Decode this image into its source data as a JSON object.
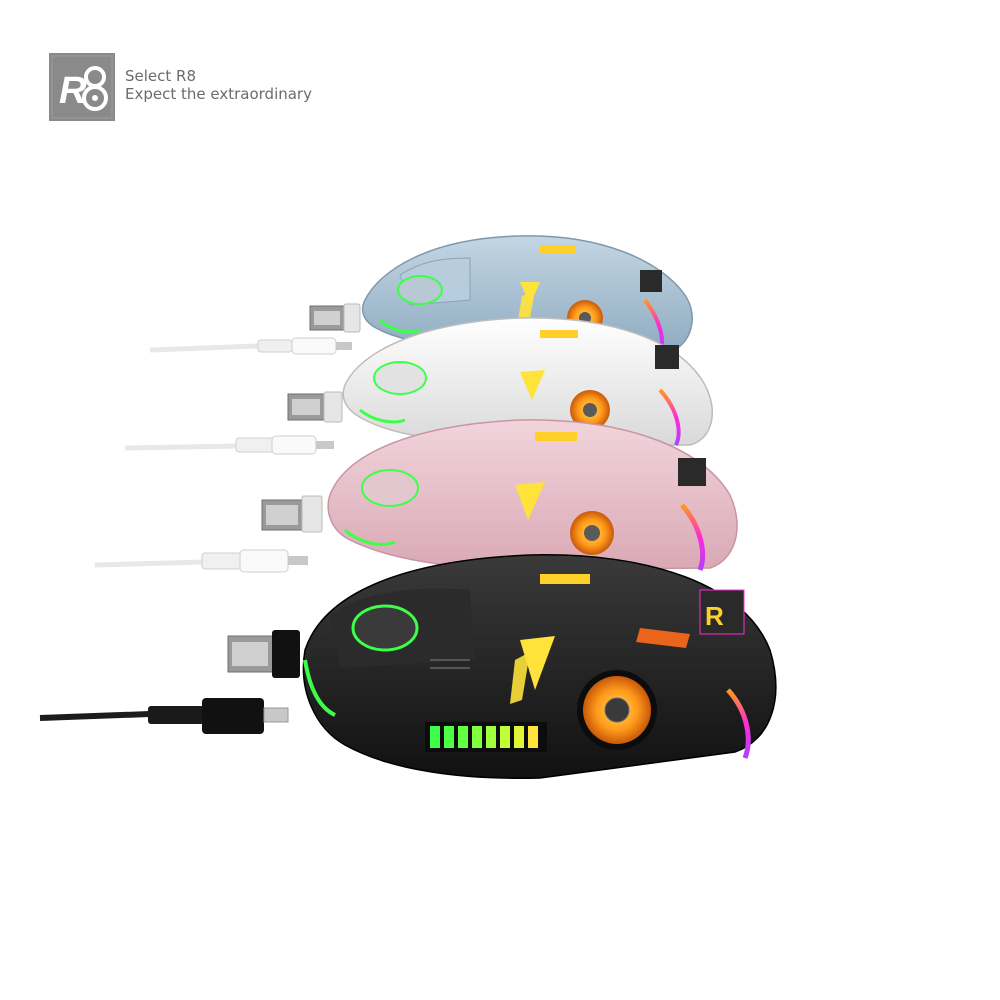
{
  "brand": {
    "logo_text": "R8",
    "line1": "Select R8",
    "line2": "Expect the extraordinary"
  },
  "colors": {
    "logo_bg": "#8a8a8a",
    "mouse_blue": "#a9c3d6",
    "mouse_white": "#f2f2f2",
    "mouse_pink": "#e9c2cc",
    "mouse_black": "#1e1e1e",
    "rgb_green": "#3dff4a",
    "rgb_yellow": "#ffe23a",
    "rgb_orange": "#ff8a1a",
    "rgb_magenta": "#ff2bd6"
  },
  "mice": [
    {
      "variant": "blue"
    },
    {
      "variant": "white"
    },
    {
      "variant": "pink"
    },
    {
      "variant": "black"
    }
  ]
}
